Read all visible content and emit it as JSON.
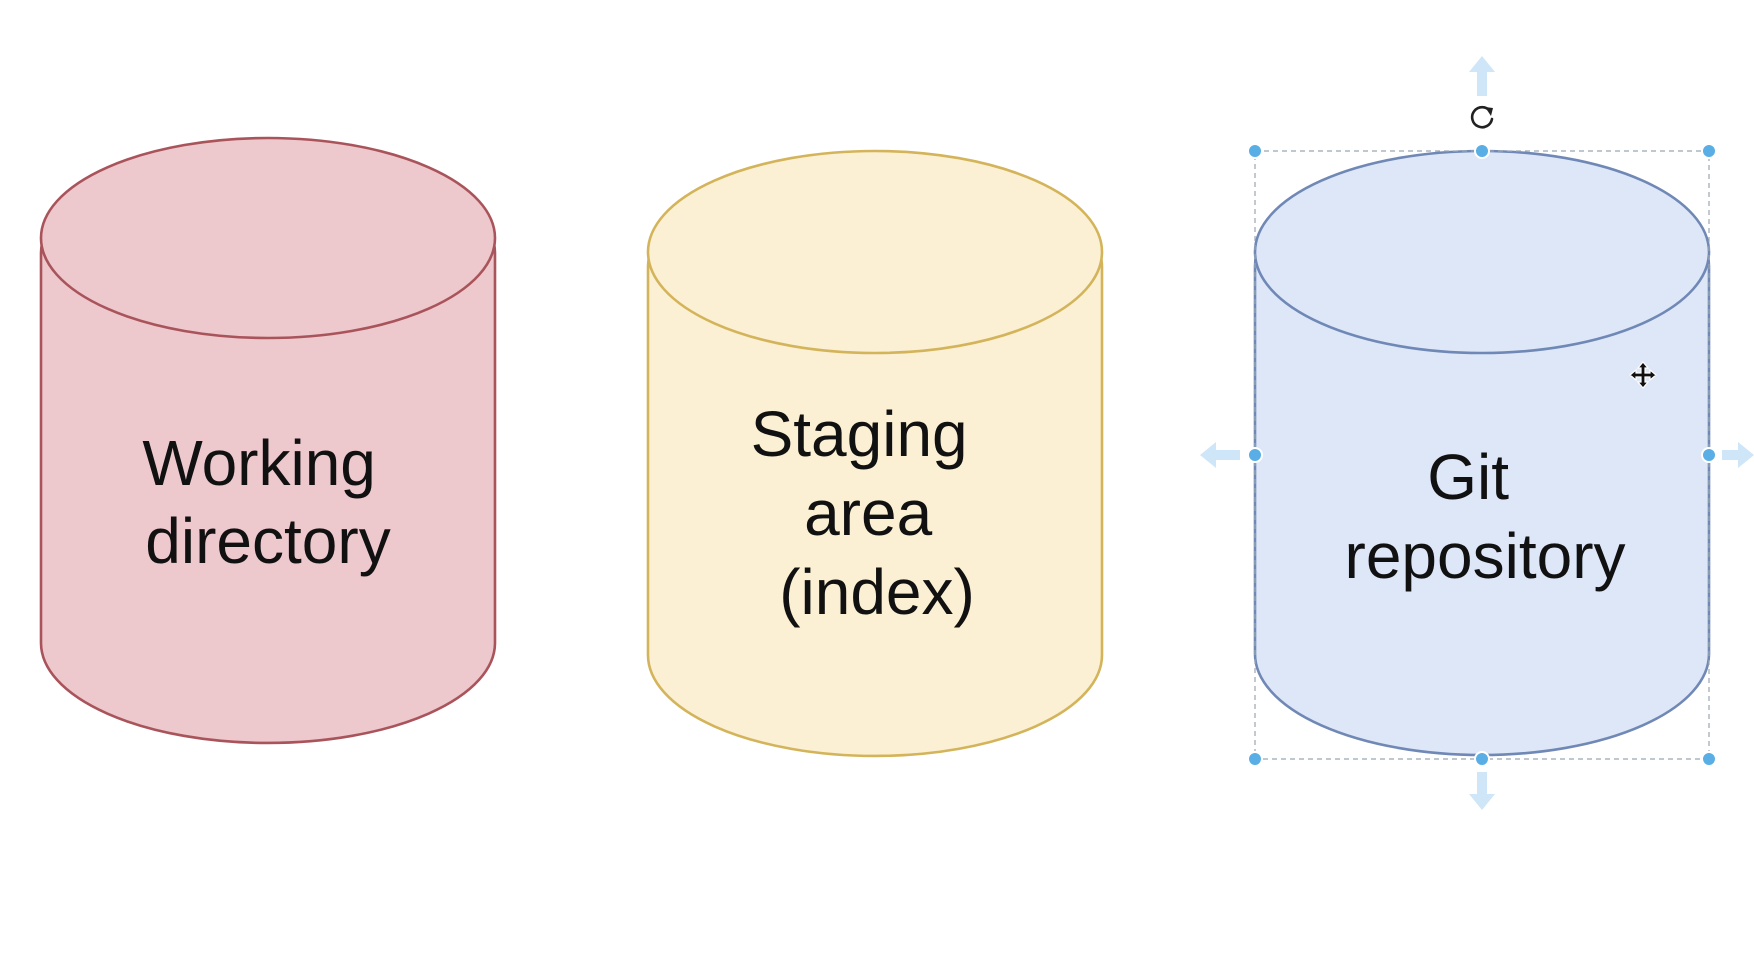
{
  "diagram": {
    "cylinders": [
      {
        "id": "working-directory",
        "lines": [
          "Working",
          "directory"
        ],
        "fill": "#edc8cd",
        "stroke": "#a9545b"
      },
      {
        "id": "staging-area",
        "lines": [
          "Staging",
          "area",
          "(index)"
        ],
        "fill": "#fbf0d4",
        "stroke": "#d4b45a"
      },
      {
        "id": "git-repository",
        "lines": [
          "Git",
          "repository"
        ],
        "fill": "#dde7f8",
        "stroke": "#7088b5",
        "selected": true
      }
    ],
    "selection": {
      "handle_color": "#5aaee6",
      "arrow_color": "#cfe6f8",
      "icons": [
        "rotate-icon",
        "move-cursor-icon"
      ]
    }
  }
}
